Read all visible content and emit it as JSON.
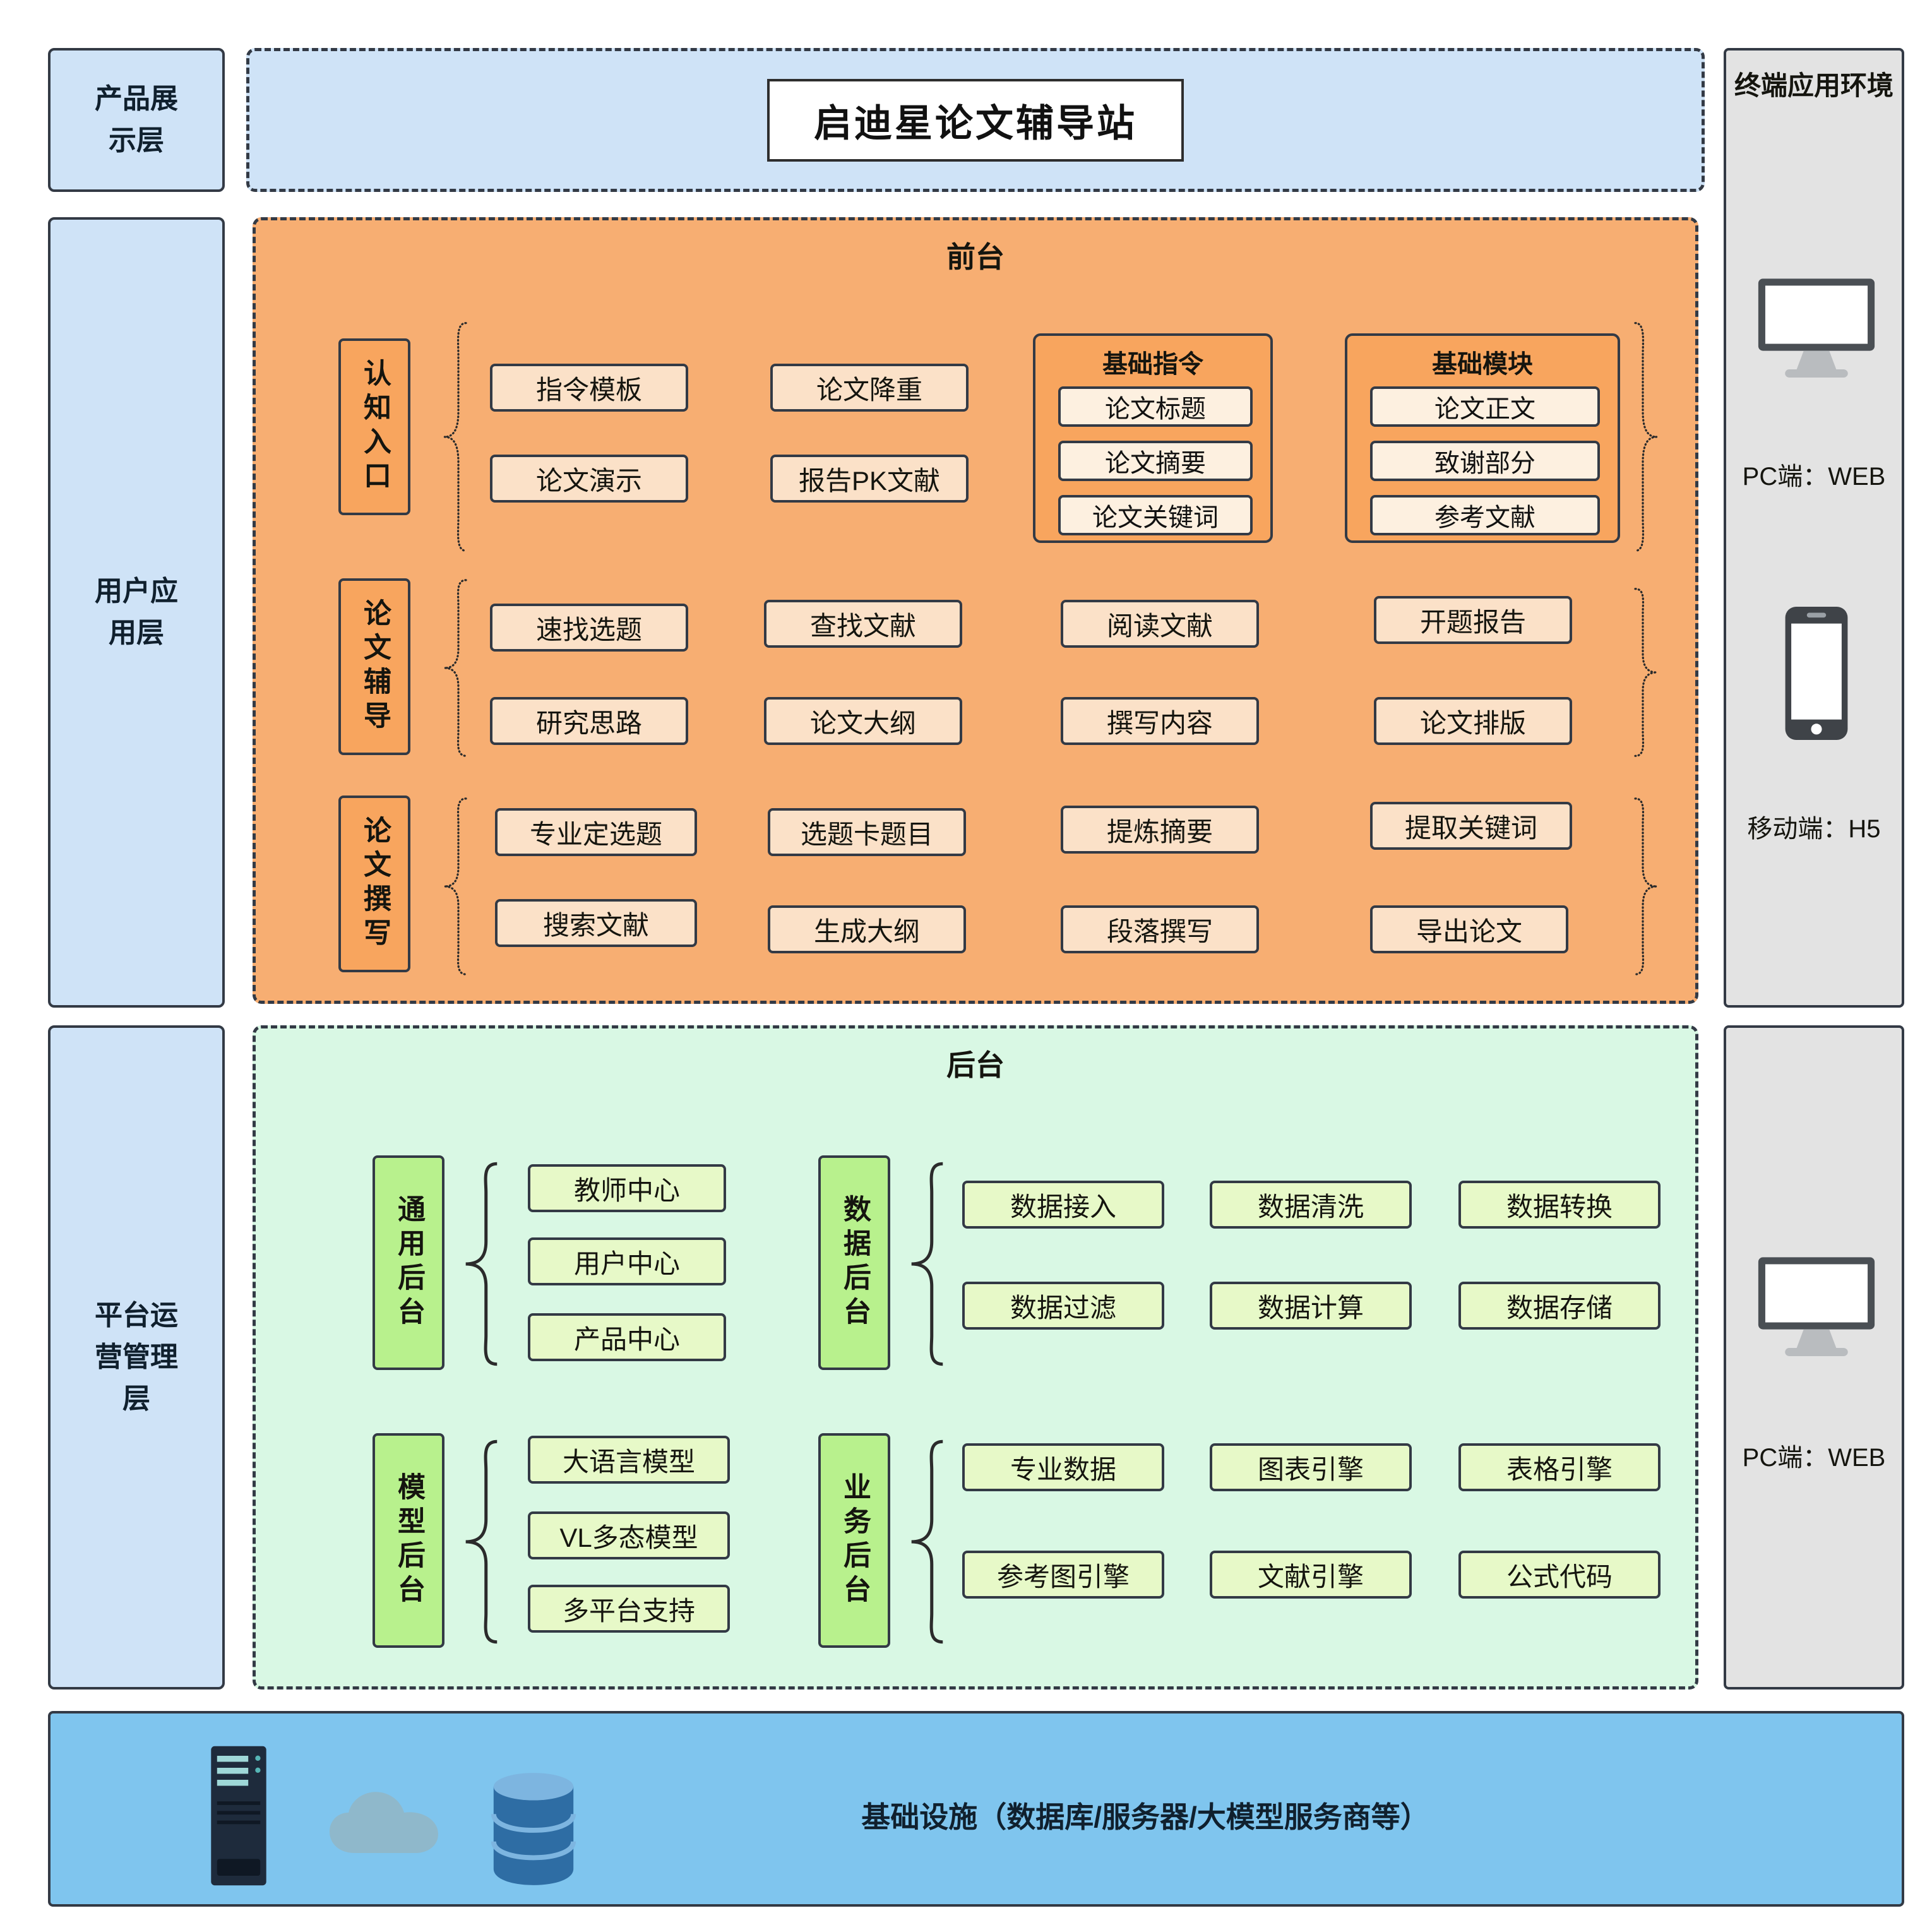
{
  "title": {
    "text": "启迪星论文辅导站"
  },
  "layers": {
    "product_display": "产品展示层",
    "user_application": "用户应用层",
    "platform_ops": "平台运营管理层"
  },
  "front": {
    "title": "前台",
    "row1": {
      "label": "认知入口",
      "boxes": [
        "指令模板",
        "论文演示",
        "论文降重",
        "报告PK文献"
      ],
      "groups": [
        {
          "title": "基础指令",
          "items": [
            "论文标题",
            "论文摘要",
            "论文关键词"
          ]
        },
        {
          "title": "基础模块",
          "items": [
            "论文正文",
            "致谢部分",
            "参考文献"
          ]
        }
      ]
    },
    "row2": {
      "label": "论文辅导",
      "boxes": [
        "速找选题",
        "研究思路",
        "查找文献",
        "论文大纲",
        "阅读文献",
        "撰写内容",
        "开题报告",
        "论文排版"
      ]
    },
    "row3": {
      "label": "论文撰写",
      "boxes": [
        "专业定选题",
        "搜索文献",
        "选题卡题目",
        "生成大纲",
        "提炼摘要",
        "段落撰写",
        "提取关键词",
        "导出论文"
      ]
    }
  },
  "back": {
    "title": "后台",
    "groups": [
      {
        "label": "通用后台",
        "items": [
          "教师中心",
          "用户中心",
          "产品中心"
        ]
      },
      {
        "label": "数据后台",
        "items": [
          "数据接入",
          "数据清洗",
          "数据转换",
          "数据过滤",
          "数据计算",
          "数据存储"
        ]
      },
      {
        "label": "模型后台",
        "items": [
          "大语言模型",
          "VL多态模型",
          "多平台支持"
        ]
      },
      {
        "label": "业务后台",
        "items": [
          "专业数据",
          "图表引擎",
          "表格引擎",
          "参考图引擎",
          "文献引擎",
          "公式代码"
        ]
      }
    ]
  },
  "terminal": {
    "title": "终端应用环境",
    "pc_web_top": "PC端：WEB",
    "mobile_h5": "移动端：H5",
    "pc_web_bottom": "PC端：WEB"
  },
  "infrastructure": {
    "label": "基础设施（数据库/服务器/大模型服务商等）"
  },
  "colors": {
    "layer_blue": "#cfe3f7",
    "front_orange": "#f7ae72",
    "box_orange": "#fbe1c8",
    "group_orange": "#f8a55e",
    "back_green": "#d9f8e4",
    "label_green": "#b8f18d",
    "box_green": "#e7f9c8",
    "infra_blue": "#7fc5ee",
    "terminal_gray": "#e3e3e3",
    "line": "#333a45"
  }
}
